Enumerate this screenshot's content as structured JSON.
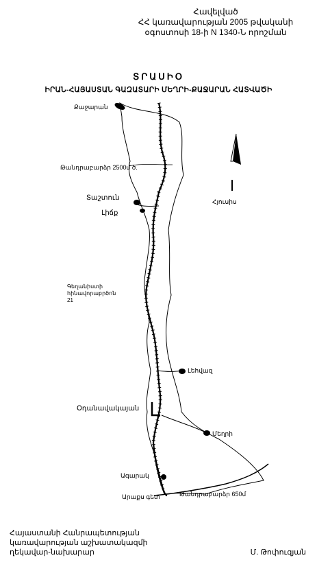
{
  "header": {
    "line1": "Հավելված",
    "line2": "ՀՀ կառավարության 2005 թվականի",
    "line3": "օգոստոսի 18-ի N 1340-Ն որոշման"
  },
  "title": "ՏՐԱՍԻՕ",
  "subtitle": "ԻՐԱՆ-ՀԱՅԱՍՏԱՆ ԳԱԶԱՏԱՐԻ ՄԵՂՐԻ-ՔԱՋԱՐԱՆ ՀԱՏՎԱԾԻ",
  "map": {
    "places": {
      "kajaran": "Քաջարան",
      "pass": "Թանդրաբարձր 2500մ ծ.",
      "tashtun": "Տաշտուն",
      "lichk": "Լիճք",
      "mountain": "Գեղանիստի հինավորաբրծոն 21",
      "lehvaz": "Լեհվազ",
      "otanavan": "Օդանավակայան",
      "meghri": "Մեղրի",
      "agarak": "Ագարակ",
      "border": "Արաքս գետ",
      "outlet": "Թանդրաբարձր 650մ"
    },
    "north_label": "Հյուսիս"
  },
  "footer": {
    "left1": "Հայաստանի Հանրապետության",
    "left2": "կառավարության աշխատակազմի",
    "left3": "ղեկավար-նախարար",
    "right": "Մ. Թոփուզյան"
  }
}
